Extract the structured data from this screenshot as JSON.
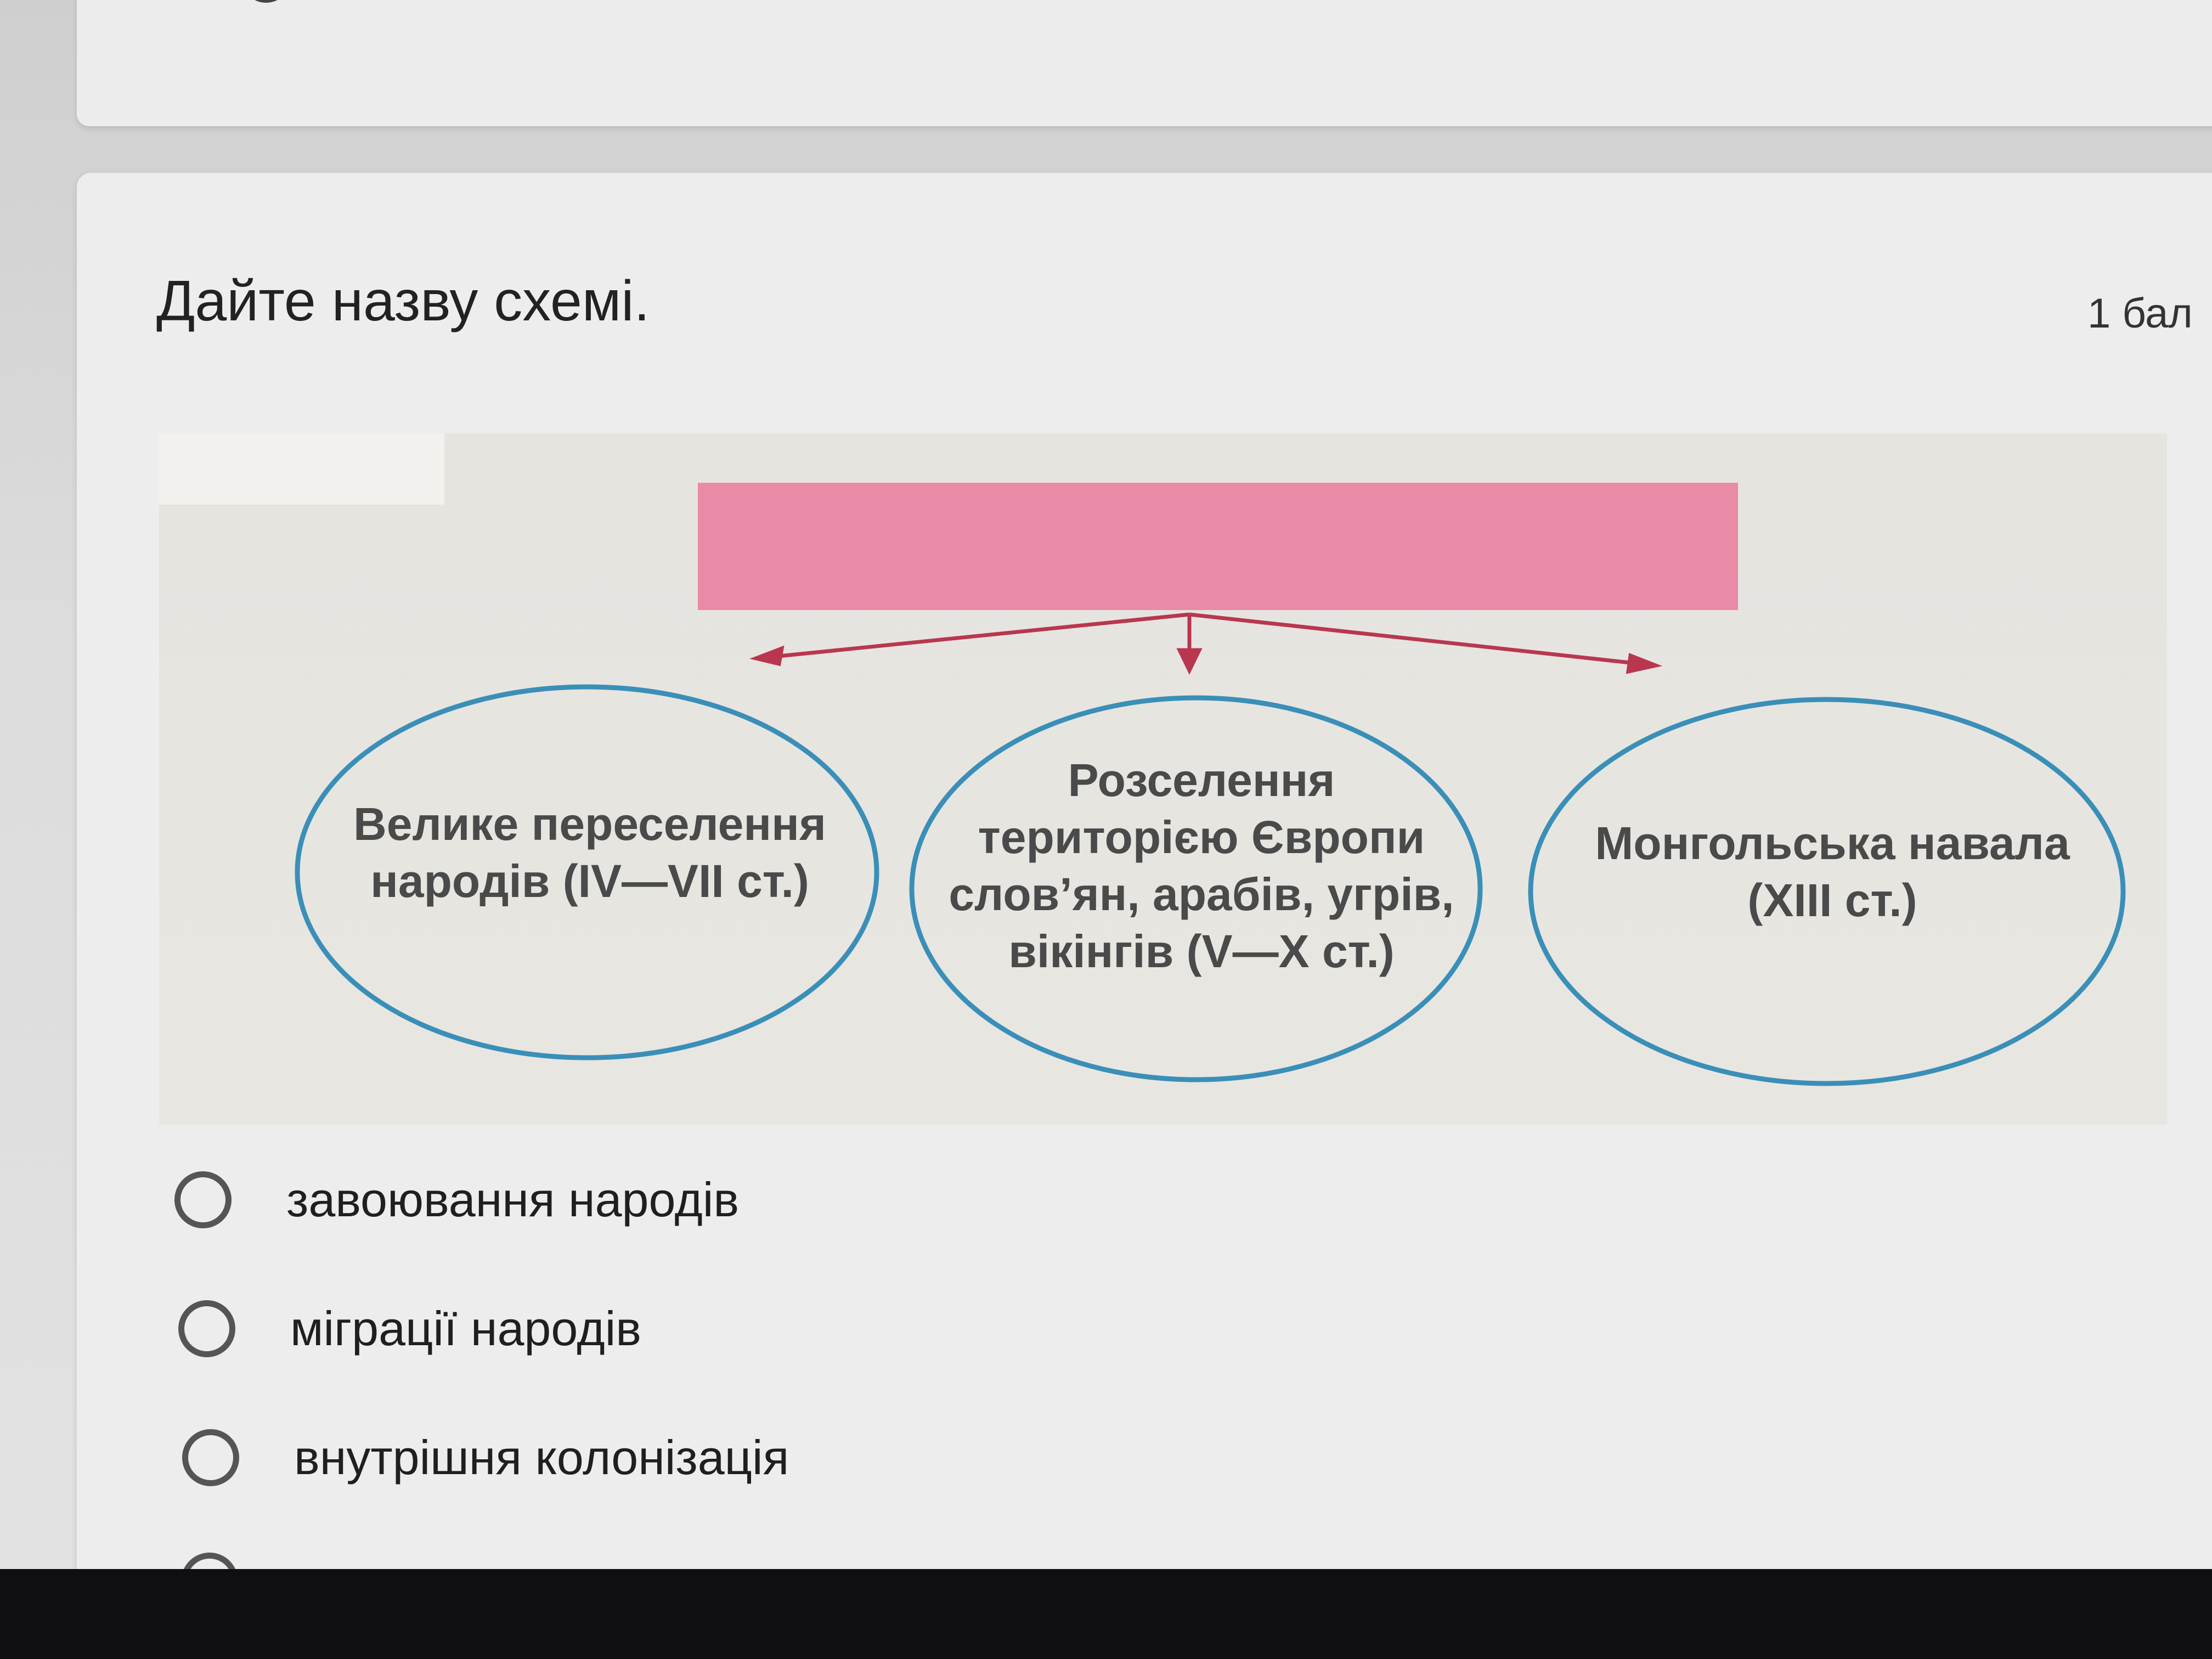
{
  "question": {
    "title": "Дайте назву схемі.",
    "points": "1 бал"
  },
  "diagram": {
    "header_color": "#e98aa6",
    "ellipse_border_color": "#3a8fb8",
    "arrow_color": "#b8374f",
    "nodes": [
      {
        "lines": [
          "Велике переселення",
          "народів (IV—VII ст.)"
        ]
      },
      {
        "lines": [
          "Розселення",
          "територією Європи",
          "слов’ян, арабів, угрів,",
          "вікінгів (V—X ст.)"
        ]
      },
      {
        "lines": [
          "Монгольська навала",
          "(XIII ст.)"
        ]
      }
    ]
  },
  "options": [
    {
      "label": "завоювання народів"
    },
    {
      "label": "міграції народів"
    },
    {
      "label": "внутрішня колонізація"
    }
  ]
}
